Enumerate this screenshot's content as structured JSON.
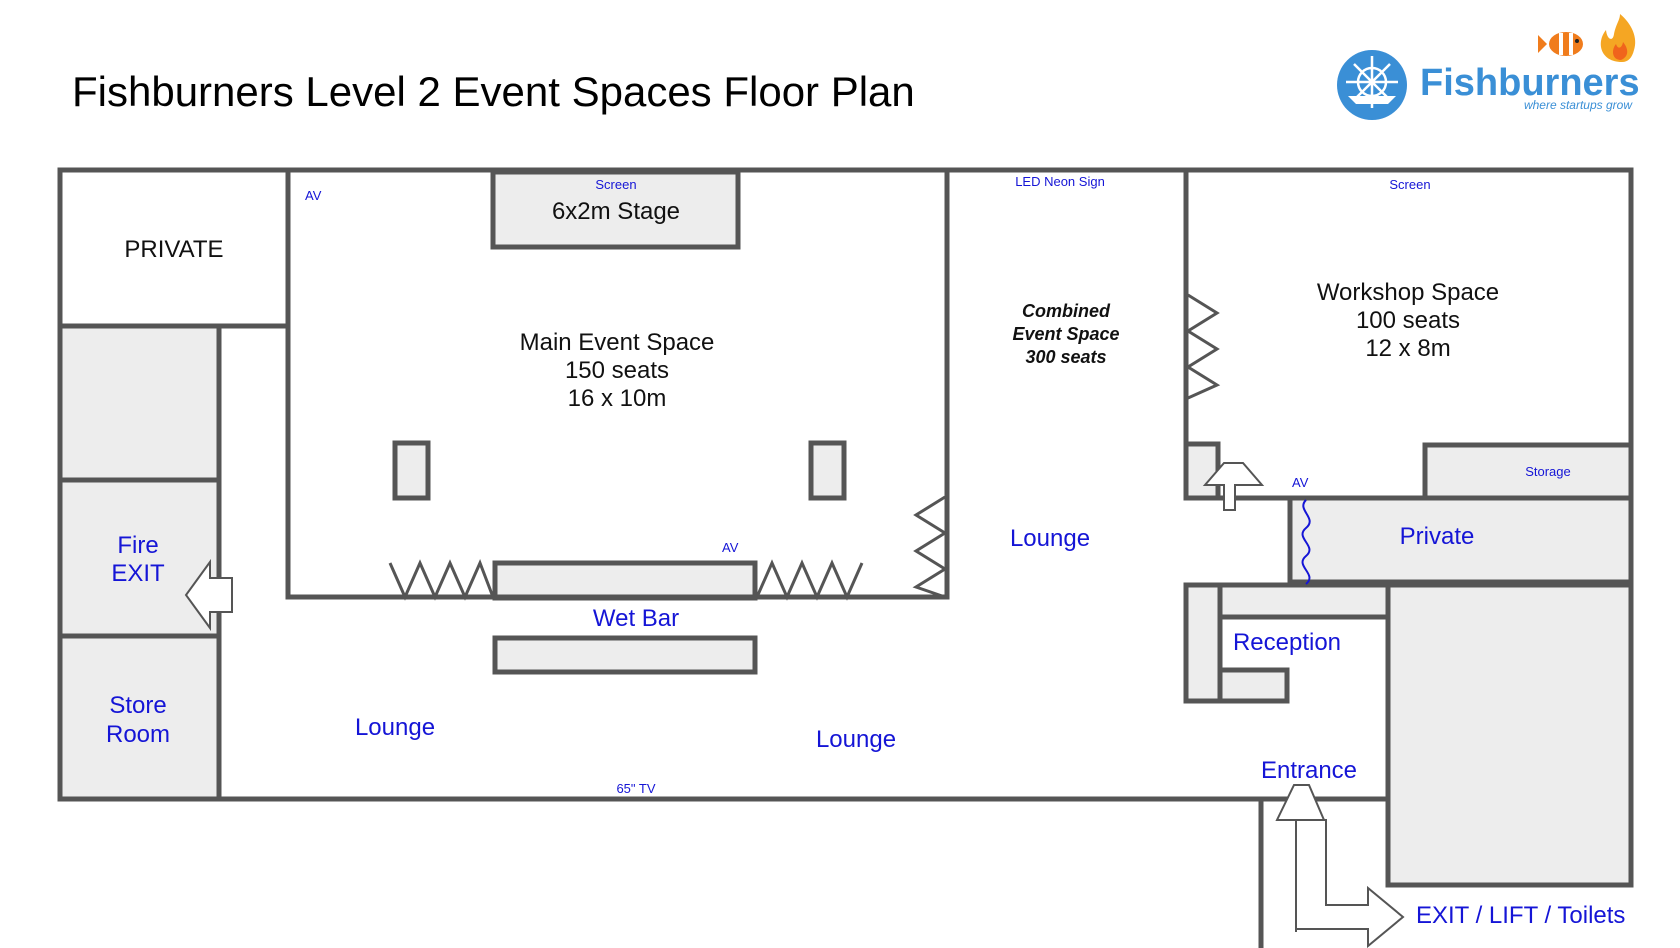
{
  "title": "Fishburners Level 2 Event Spaces Floor Plan",
  "logo": {
    "name": "Fishburners",
    "tagline": "where startups grow",
    "color": "#3a8fd6"
  },
  "colors": {
    "wall": "#555555",
    "fill_gray": "#ededed",
    "blue_text": "#1515d6",
    "black_text": "#111111"
  },
  "labels": {
    "private_top": "PRIVATE",
    "av_main": "AV",
    "screen_main": "Screen",
    "stage": "6x2m Stage",
    "main_space": [
      "Main Event Space",
      "150 seats",
      "16 x 10m"
    ],
    "led_sign": "LED Neon Sign",
    "combined": [
      "Combined",
      "Event Space",
      "300 seats"
    ],
    "screen_workshop": "Screen",
    "workshop": [
      "Workshop Space",
      "100 seats",
      "12 x 8m"
    ],
    "storage": "Storage",
    "av_workshop": "AV",
    "private_right": "Private",
    "fire_exit": [
      "Fire",
      "EXIT"
    ],
    "av_bar": "AV",
    "wet_bar": "Wet Bar",
    "lounge_center": "Lounge",
    "reception": "Reception",
    "store_room": [
      "Store",
      "Room"
    ],
    "lounge_left": "Lounge",
    "lounge_right": "Lounge",
    "tv": "65\" TV",
    "entrance": "Entrance",
    "exit_lift": "EXIT / LIFT / Toilets"
  }
}
